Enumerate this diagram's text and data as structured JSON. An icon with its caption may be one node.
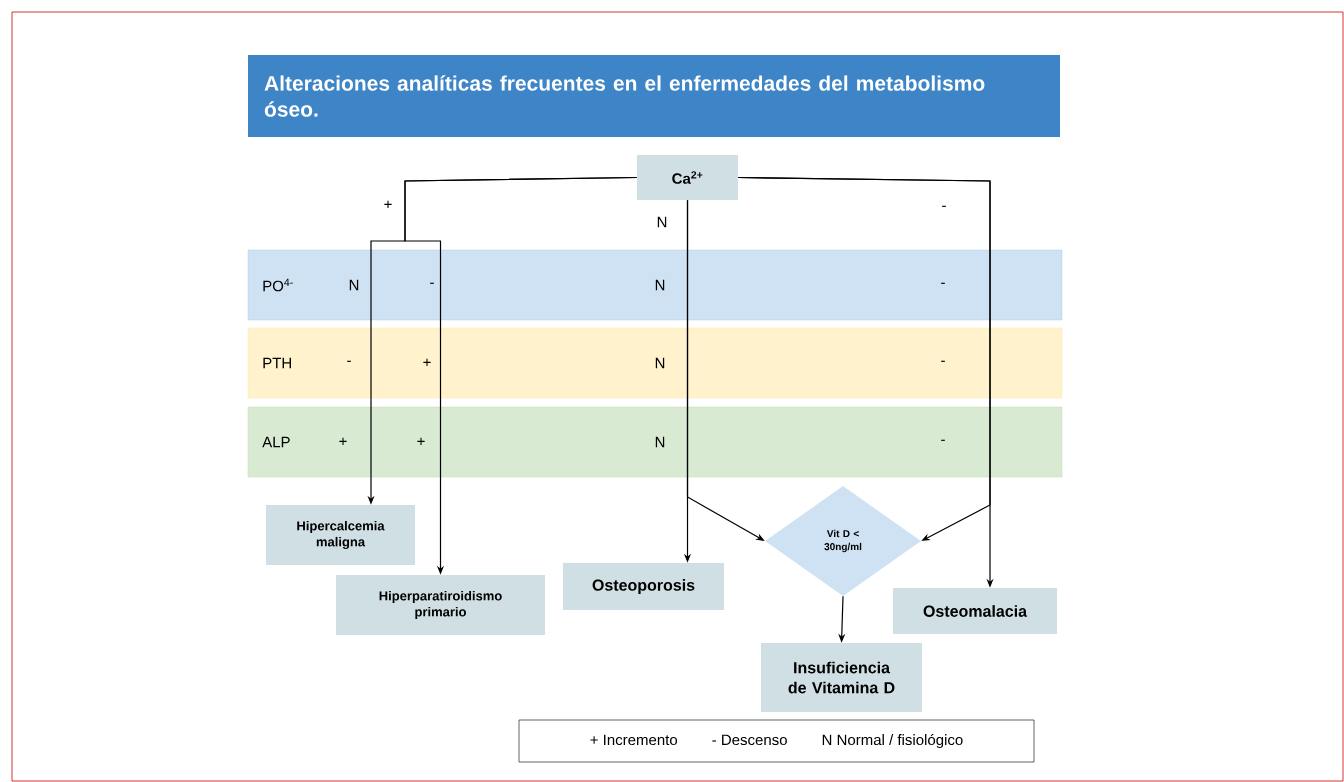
{
  "diagram": {
    "title": "Alteraciones analíticas frecuentes en el enfermedades del metabolismo óseo.",
    "nodes": [
      {
        "text": [
          "Ca$^{2+}$"
        ]
      },
      {
        "text": [
          "Hipercalcemia maligna"
        ]
      },
      {
        "text": [
          "Hiperparatiroidismo primario"
        ]
      },
      {
        "text": [
          "Osteoporosis"
        ]
      },
      {
        "text": [
          "Vit D < 30ng/ml"
        ]
      },
      {
        "text": [
          "Osteomalacia"
        ]
      },
      {
        "text": [
          "Insuficiencia de Vitamina D"
        ]
      },
      {
        "text": [
          "+ Incremento",
          "- Descenso",
          "N Normal / fisiológico"
        ]
      }
    ],
    "edges": [
      {
        "from": 0,
        "to": 1,
        "arrow": "to"
      },
      {
        "from": 0,
        "to": 2,
        "arrow": "to"
      },
      {
        "from": 0,
        "to": 3,
        "arrow": "to"
      },
      {
        "from": 0,
        "to": 4,
        "arrow": "to"
      },
      {
        "from": 0,
        "to": 5,
        "arrow": "to"
      },
      {
        "from": 0,
        "to": 4,
        "arrow": "to"
      },
      {
        "from": 4,
        "to": 6,
        "arrow": "to"
      }
    ],
    "labels": [
      "+",
      "N",
      "-",
      "PO$^{4-}$",
      "N",
      "-",
      "N",
      "-",
      "PTH",
      "-",
      "+",
      "N",
      "-",
      "ALP",
      "+",
      "+",
      "N",
      "-"
    ]
  }
}
